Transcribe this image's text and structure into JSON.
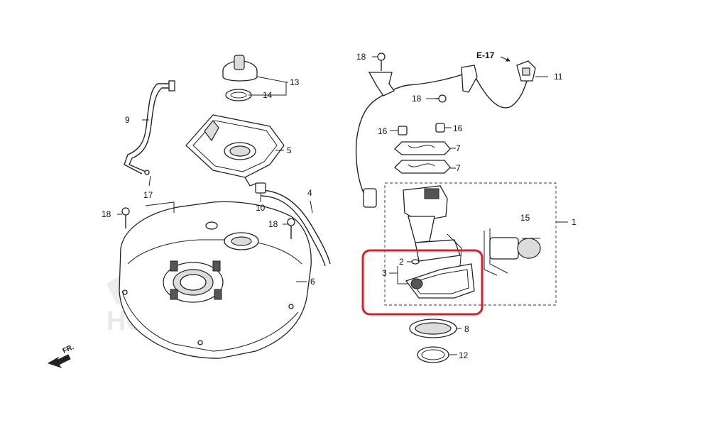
{
  "labels": {
    "p1": "1",
    "p2": "2",
    "p3": "3",
    "p4": "4",
    "p5": "5",
    "p6": "6",
    "p7a": "7",
    "p7b": "7",
    "p8": "8",
    "p9": "9",
    "p10": "10",
    "p11": "11",
    "p12": "12",
    "p13": "13",
    "p14": "14",
    "p15": "15",
    "p16a": "16",
    "p16b": "16",
    "p17": "17",
    "p18a": "18",
    "p18b": "18",
    "p18c": "18",
    "p18d": "18"
  },
  "reference": "E-17",
  "direction": "FR.",
  "watermark": "HONDA",
  "highlight_color": "#d9202a"
}
